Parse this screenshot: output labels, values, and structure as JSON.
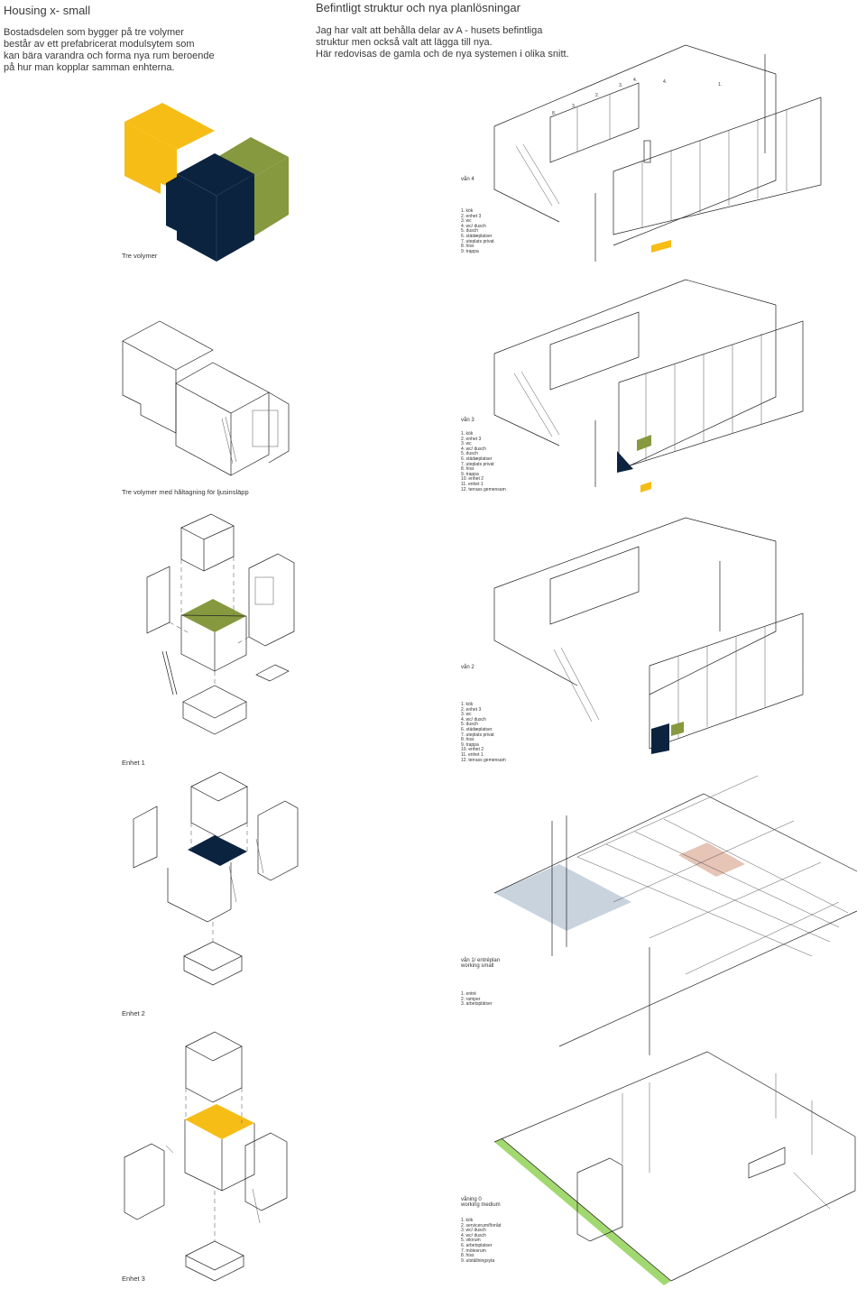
{
  "left_intro": {
    "title": "Housing x- small",
    "lines": [
      "Bostadsdelen som bygger på tre volymer",
      "består av ett prefabricerat modulsytem som",
      "kan bära varandra och forma nya rum beroende",
      "på hur man kopplar samman enhterna."
    ]
  },
  "right_intro": {
    "title": "Befintligt struktur och nya planlösningar",
    "lines": [
      "Jag har valt att behålla delar av A - husets befintliga",
      "struktur men också valt att lägga till nya.",
      "Här redovisas de gamla och de nya systemen i olika snitt."
    ]
  },
  "colors": {
    "yellow": "#f6bd16",
    "navy": "#0c2340",
    "olive": "#86993f",
    "pink": "#e6c4b6",
    "lightblue": "#c9d3de",
    "lightgreen": "#a2d870"
  },
  "left_diagrams": [
    {
      "caption": "Tre volymer"
    },
    {
      "caption": "Tre volymer med håltagning för ljusinsläpp"
    },
    {
      "caption": "Enhet 1"
    },
    {
      "caption": "Enhet 2"
    },
    {
      "caption": "Enhet 3"
    }
  ],
  "floors": [
    {
      "title": "vån 4",
      "subtitle": "",
      "legend": [
        "1. kök",
        "2. enhet 3",
        "3. wc",
        "4. wc/ dusch",
        "5. dusch",
        "6. städæplatser",
        "7. uteplats privat",
        "8. hiss",
        "9. trappa"
      ]
    },
    {
      "title": "vån 3",
      "subtitle": "",
      "legend": [
        "1. kök",
        "2. enhet 3",
        "3. wc",
        "4. wc/ dusch",
        "5. dusch",
        "6. städæplatser",
        "7. uteplats privat",
        "8. hiss",
        "9. trappa",
        "10. enhet 2",
        "11. enhet 1",
        "12. terrass gemensam"
      ]
    },
    {
      "title": "vån 2",
      "subtitle": "",
      "legend": [
        "1. kök",
        "2. enhet 3",
        "3. wc",
        "4. wc/ dusch",
        "5. dusch",
        "6. städæplatser",
        "7. uteplats privat",
        "8. hiss",
        "9. trappa",
        "10. enhet 2",
        "11. enhet 1",
        "12. terrass gemensam"
      ]
    },
    {
      "title": "vån 1/ entréplan",
      "subtitle": "working small",
      "legend": [
        "1. entré",
        "2. ramper",
        "3. arbetsplätser"
      ]
    },
    {
      "title": "våning 0",
      "subtitle": "working medium",
      "legend": [
        "1. kök",
        "2. servicerum/förråd",
        "3. wc/ dusch",
        "4. wc/ dusch",
        "5. vilorum",
        "6. arbetsplatser",
        "7. mötesrum",
        "8. hiss",
        "9. utställningsyta"
      ]
    }
  ],
  "plan_numbers": {
    "row": [
      "8.",
      "3.",
      "2.",
      "3.",
      "4.",
      "4.",
      "1."
    ]
  }
}
